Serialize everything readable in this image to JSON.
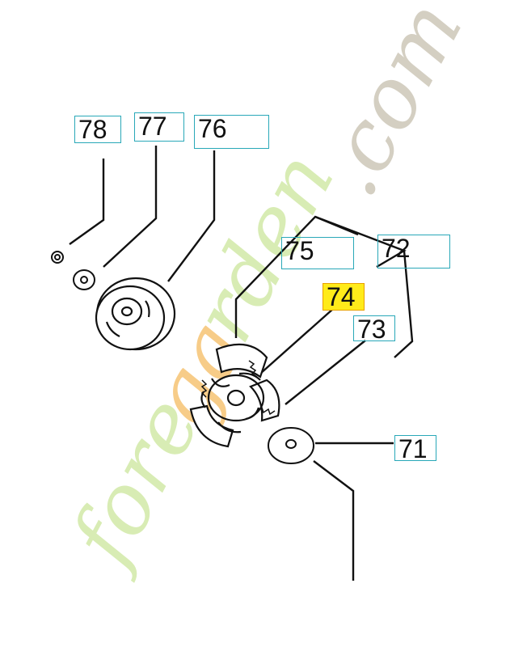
{
  "callouts": [
    {
      "id": "78",
      "label": "78",
      "highlighted": false
    },
    {
      "id": "77",
      "label": "77",
      "highlighted": false
    },
    {
      "id": "76",
      "label": "76",
      "highlighted": false
    },
    {
      "id": "75",
      "label": "75",
      "highlighted": false
    },
    {
      "id": "72",
      "label": "72",
      "highlighted": false
    },
    {
      "id": "74",
      "label": "74",
      "highlighted": true
    },
    {
      "id": "73",
      "label": "73",
      "highlighted": false
    },
    {
      "id": "71",
      "label": "71",
      "highlighted": false
    }
  ],
  "watermark": {
    "text_prefix": "fore",
    "text_middle": "ga",
    "text_suffix": "rden",
    "domain": ".com",
    "color_green": "#d8ecb4",
    "color_orange": "#f7cc88",
    "color_gray": "#d4cfc2"
  },
  "colors": {
    "callout_border": "#29a8b8",
    "highlight_fill": "#ffeb1a",
    "line": "#111111"
  }
}
